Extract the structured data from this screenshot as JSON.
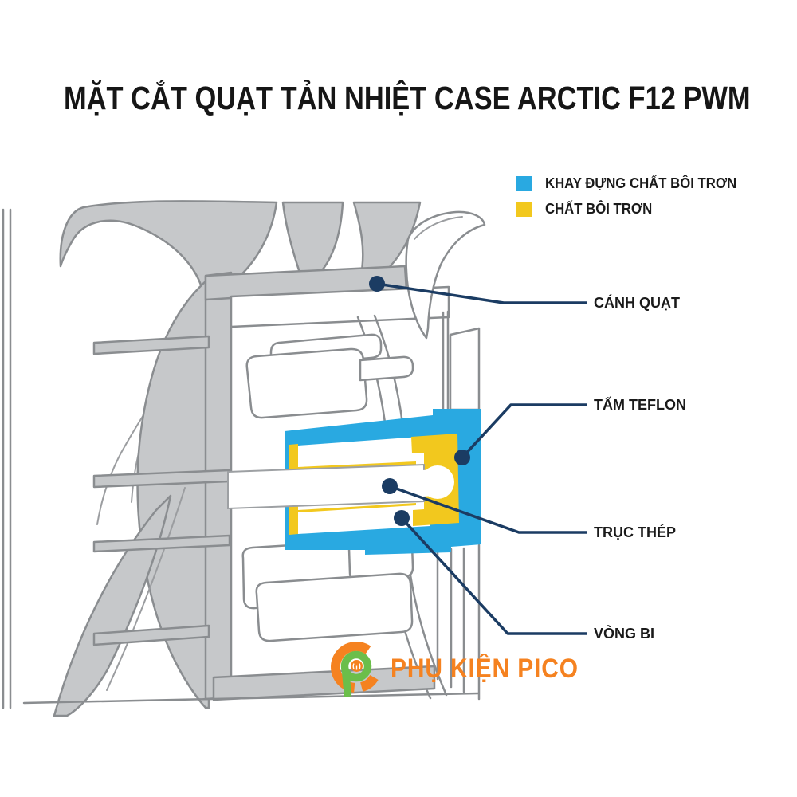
{
  "title": "MẶT CẮT QUẠT TẢN NHIỆT CASE ARCTIC F12 PWM",
  "legend": {
    "items": [
      {
        "id": "lubricant-tray",
        "label": "KHAY ĐỰNG CHẤT BÔI TRƠN",
        "color": "#29A9E1"
      },
      {
        "id": "lubricant",
        "label": "CHẤT BÔI TRƠN",
        "color": "#F2C81E"
      }
    ]
  },
  "callouts": [
    {
      "id": "fan-blade",
      "label": "CÁNH QUẠT"
    },
    {
      "id": "teflon-pad",
      "label": "TẤM TEFLON"
    },
    {
      "id": "steel-shaft",
      "label": "TRỤC THÉP"
    },
    {
      "id": "bearing",
      "label": "VÒNG BI"
    }
  ],
  "logo": {
    "text": "PHỤ KIỆN PICO"
  },
  "colors": {
    "tray_blue": "#29A9E1",
    "lubricant_yellow": "#F2C81E",
    "callout_navy": "#1B3C63",
    "logo_orange": "#F58220",
    "logo_green": "#6BBE4A",
    "diagram_gray": "#C6C8CA",
    "outline_gray": "#8A8D90"
  }
}
